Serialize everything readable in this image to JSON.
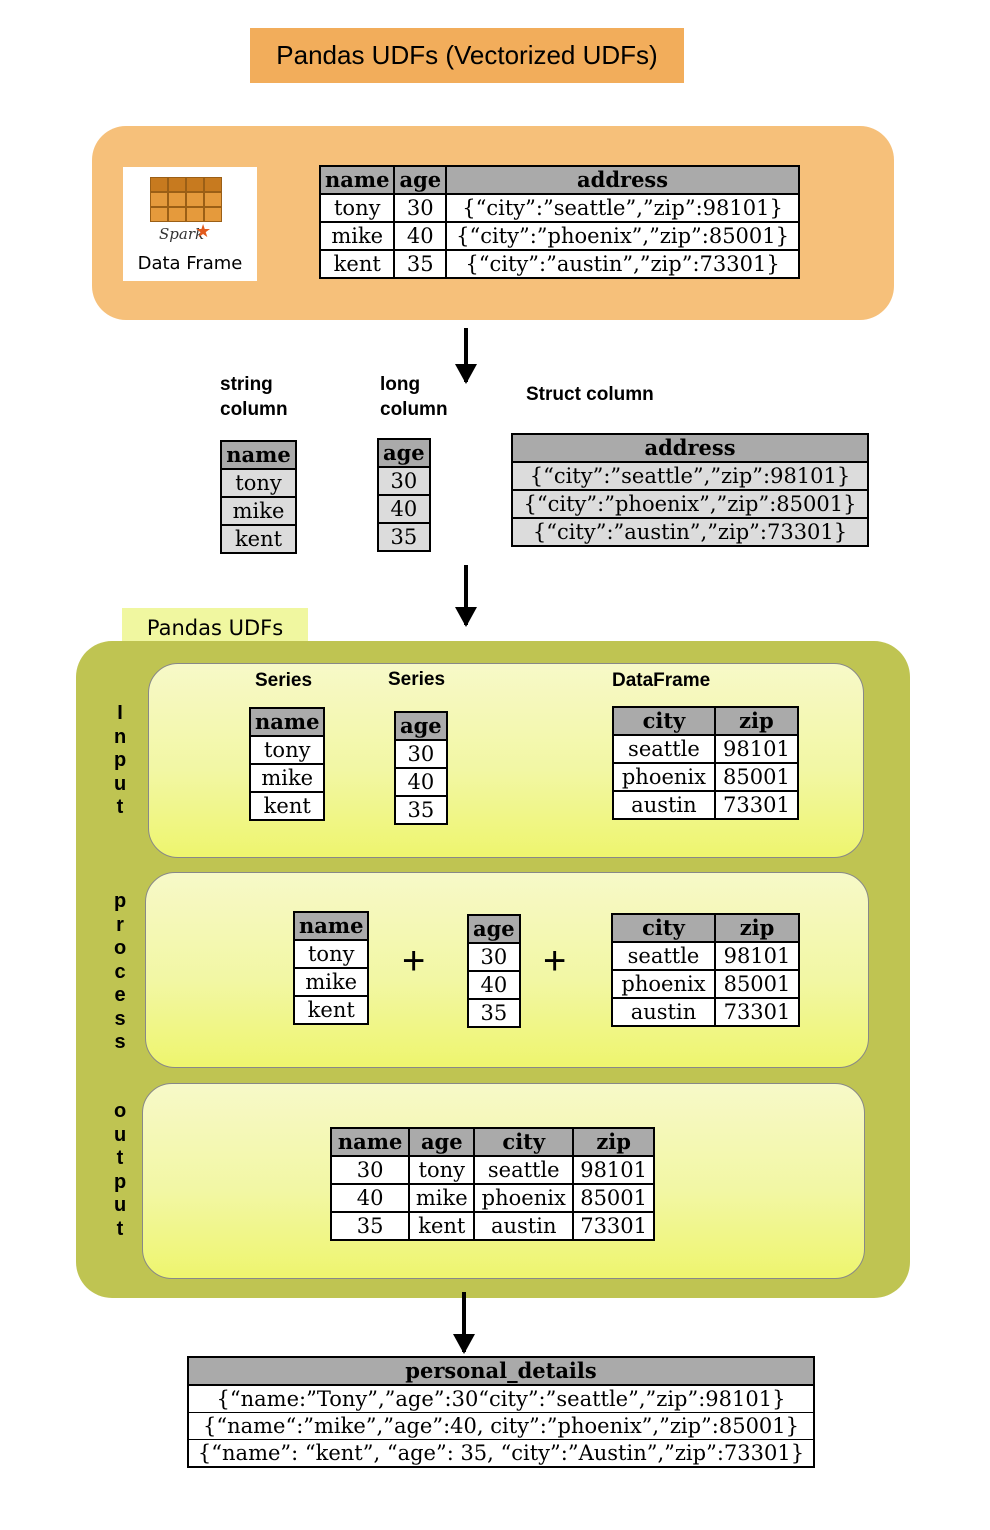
{
  "title": "Pandas UDFs (Vectorized UDFs)",
  "logo": {
    "brand": "Spark",
    "caption": "Data Frame"
  },
  "source_table": {
    "headers": [
      "name",
      "age",
      "address"
    ],
    "rows": [
      [
        "tony",
        "30",
        "{“city”:”seattle”,”zip”:98101}"
      ],
      [
        "mike",
        "40",
        "{“city”:”phoenix”,”zip”:85001}"
      ],
      [
        "kent",
        "35",
        "{“city”:”austin”,”zip”:73301}"
      ]
    ]
  },
  "column_types": {
    "string_label": "string column",
    "long_label": "long column",
    "struct_label": "Struct column"
  },
  "split_columns": {
    "name": {
      "header": "name",
      "values": [
        "tony",
        "mike",
        "kent"
      ]
    },
    "age": {
      "header": "age",
      "values": [
        "30",
        "40",
        "35"
      ]
    },
    "address": {
      "header": "address",
      "values": [
        "{“city”:”seattle”,”zip”:98101}",
        "{“city”:”phoenix”,”zip”:85001}",
        "{“city”:”austin”,”zip”:73301}"
      ]
    }
  },
  "udf": {
    "tab_label": "Pandas UDFs",
    "input": {
      "side_label": "Input",
      "labels": [
        "Series",
        "Series",
        "DataFrame"
      ],
      "name": {
        "header": "name",
        "values": [
          "tony",
          "mike",
          "kent"
        ]
      },
      "age": {
        "header": "age",
        "values": [
          "30",
          "40",
          "35"
        ]
      },
      "frame": {
        "headers": [
          "city",
          "zip"
        ],
        "rows": [
          [
            "seattle",
            "98101"
          ],
          [
            "phoenix",
            "85001"
          ],
          [
            "austin",
            "73301"
          ]
        ]
      }
    },
    "process": {
      "side_label": "process",
      "operator": "+",
      "name": {
        "header": "name",
        "values": [
          "tony",
          "mike",
          "kent"
        ]
      },
      "age": {
        "header": "age",
        "values": [
          "30",
          "40",
          "35"
        ]
      },
      "frame": {
        "headers": [
          "city",
          "zip"
        ],
        "rows": [
          [
            "seattle",
            "98101"
          ],
          [
            "phoenix",
            "85001"
          ],
          [
            "austin",
            "73301"
          ]
        ]
      }
    },
    "output": {
      "side_label": "output",
      "table": {
        "headers": [
          "name",
          "age",
          "city",
          "zip"
        ],
        "rows": [
          [
            "30",
            "tony",
            "seattle",
            "98101"
          ],
          [
            "40",
            "mike",
            "phoenix",
            "85001"
          ],
          [
            "35",
            "kent",
            "austin",
            "73301"
          ]
        ]
      }
    }
  },
  "result": {
    "header": "personal_details",
    "rows": [
      "{“name:”Tony”,”age”:30“city”:”seattle”,”zip”:98101}",
      "{“name“:”mike”,”age”:40, city”:”phoenix”,”zip”:85001}",
      "{“name”: “kent”, “age”: 35, “city”:”Austin”,”zip”:73301}"
    ]
  },
  "colors": {
    "title_bg": "#f2ad5b",
    "top_panel": "#f6c07a",
    "udf_panel": "#bfc452",
    "stage_panel": "#f2f7a4",
    "header_gray": "#aaaaaa"
  }
}
